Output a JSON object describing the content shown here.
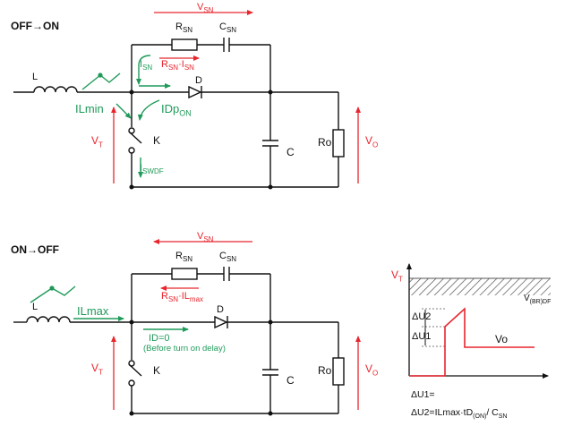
{
  "colors": {
    "wire": "#111111",
    "red": "#e8262e",
    "green": "#1f9a5a",
    "hatch": "#555555"
  },
  "top": {
    "heading": "OFF→ON",
    "vsn": "V",
    "vsn_sub": "SN",
    "rsn": "R",
    "rsn_sub": "SN",
    "csn": "C",
    "csn_sub": "SN",
    "isn": "I",
    "isn_sub": "SN",
    "rsn_isn": "R",
    "rsn_isn_sub1": "SN",
    "rsn_isn_mid": "·I",
    "rsn_isn_sub2": "SN",
    "d": "D",
    "l": "L",
    "ilmin": "ILmin",
    "idpon": "IDp",
    "idpon_sub": "ON",
    "vt": "V",
    "vt_sub": "T",
    "k": "K",
    "iswdf": "I",
    "iswdf_sub": "SWDF",
    "c": "C",
    "ro": "Ro",
    "vo": "V",
    "vo_sub": "O"
  },
  "bottom": {
    "heading": "ON→OFF",
    "vsn": "V",
    "vsn_sub": "SN",
    "rsn": "R",
    "rsn_sub": "SN",
    "csn": "C",
    "csn_sub": "SN",
    "rsn_il": "R",
    "rsn_il_sub1": "SN",
    "rsn_il_mid": "·IL",
    "rsn_il_sub2": "max",
    "d": "D",
    "l": "L",
    "ilmax": "ILmax",
    "id0": "ID=0",
    "id0_note": "(Before turn on delay)",
    "vt": "V",
    "vt_sub": "T",
    "k": "K",
    "c": "C",
    "ro": "Ro",
    "vo": "V",
    "vo_sub": "O"
  },
  "waveform": {
    "vt": "V",
    "vt_sub": "T",
    "vbr": "V",
    "vbr_sub": "(BR)DF",
    "du2": "ΔU2",
    "du1": "ΔU1",
    "vo": "Vo",
    "eq1": "ΔU1=",
    "eq2": "ΔU2=IL",
    "eq2_tail": "max·tD",
    "eq2_sub": "(ON)",
    "eq2_end": "/ C",
    "eq2_end_sub": "SN"
  }
}
